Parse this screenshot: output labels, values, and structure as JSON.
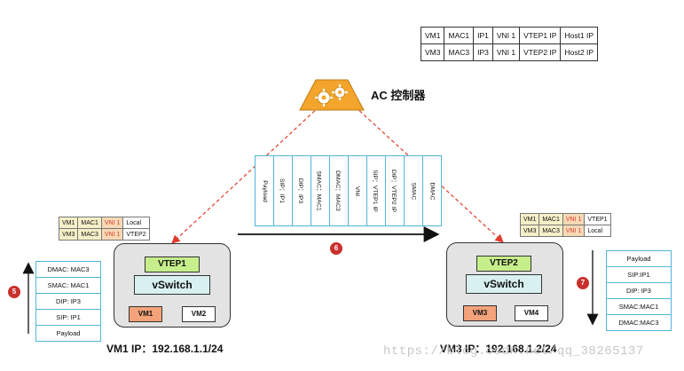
{
  "mapping_table": {
    "rows": [
      [
        "VM1",
        "MAC1",
        "IP1",
        "VNI 1",
        "VTEP1 IP",
        "Host1 IP"
      ],
      [
        "VM3",
        "MAC3",
        "IP3",
        "VNI 1",
        "VTEP2 IP",
        "Host2 IP"
      ]
    ]
  },
  "controller": {
    "label": "AC 控制器",
    "icon": "gears-icon"
  },
  "packet_columns": [
    "Payload",
    "SIP：IP1",
    "DIP：IP3",
    "SMAC：MAC1",
    "DMAC：MAC3",
    "VNI",
    "SIP：VTEP1 IP",
    "DIP：VTEP2 IP",
    "SMAC",
    "DMAC"
  ],
  "left_lookup": {
    "rows": [
      [
        "VM1",
        "MAC1",
        "VNI 1",
        "Local"
      ],
      [
        "VM3",
        "MAC3",
        "VNI 1",
        "VTEP2"
      ]
    ]
  },
  "right_lookup": {
    "rows": [
      [
        "VM1",
        "MAC1",
        "VNI 1",
        "VTEP1"
      ],
      [
        "VM3",
        "MAC3",
        "VNI 1",
        "Local"
      ]
    ]
  },
  "host1": {
    "vtep": "VTEP1",
    "vswitch": "vSwitch",
    "vm_a": "VM1",
    "vm_b": "VM2",
    "ip_label": "VM1 IP：192.168.1.1/24"
  },
  "host2": {
    "vtep": "VTEP2",
    "vswitch": "vSwitch",
    "vm_a": "VM3",
    "vm_b": "VM4",
    "ip_label": "VM3 IP：192.168.1.2/24"
  },
  "left_stack": [
    "DMAC: MAC3",
    "SMAC: MAC1",
    "DIP: IP3",
    "SIP: IP1",
    "Payload"
  ],
  "right_stack": [
    "Payload",
    "SIP:IP1",
    "DIP: IP3",
    "SMAC:MAC1",
    "DMAC:MAC3"
  ],
  "badges": {
    "left": "5",
    "middle": "6",
    "right": "7"
  },
  "colors": {
    "vtep": "#c6ef8c",
    "vswitch": "#d8f0f0",
    "vm_source": "#f3a27a",
    "badge": "#c9302c",
    "packet_border": "#4fb6d6",
    "dashed": "#e23b2b"
  },
  "watermark": "https://blog.csdn.net/qq_38265137"
}
